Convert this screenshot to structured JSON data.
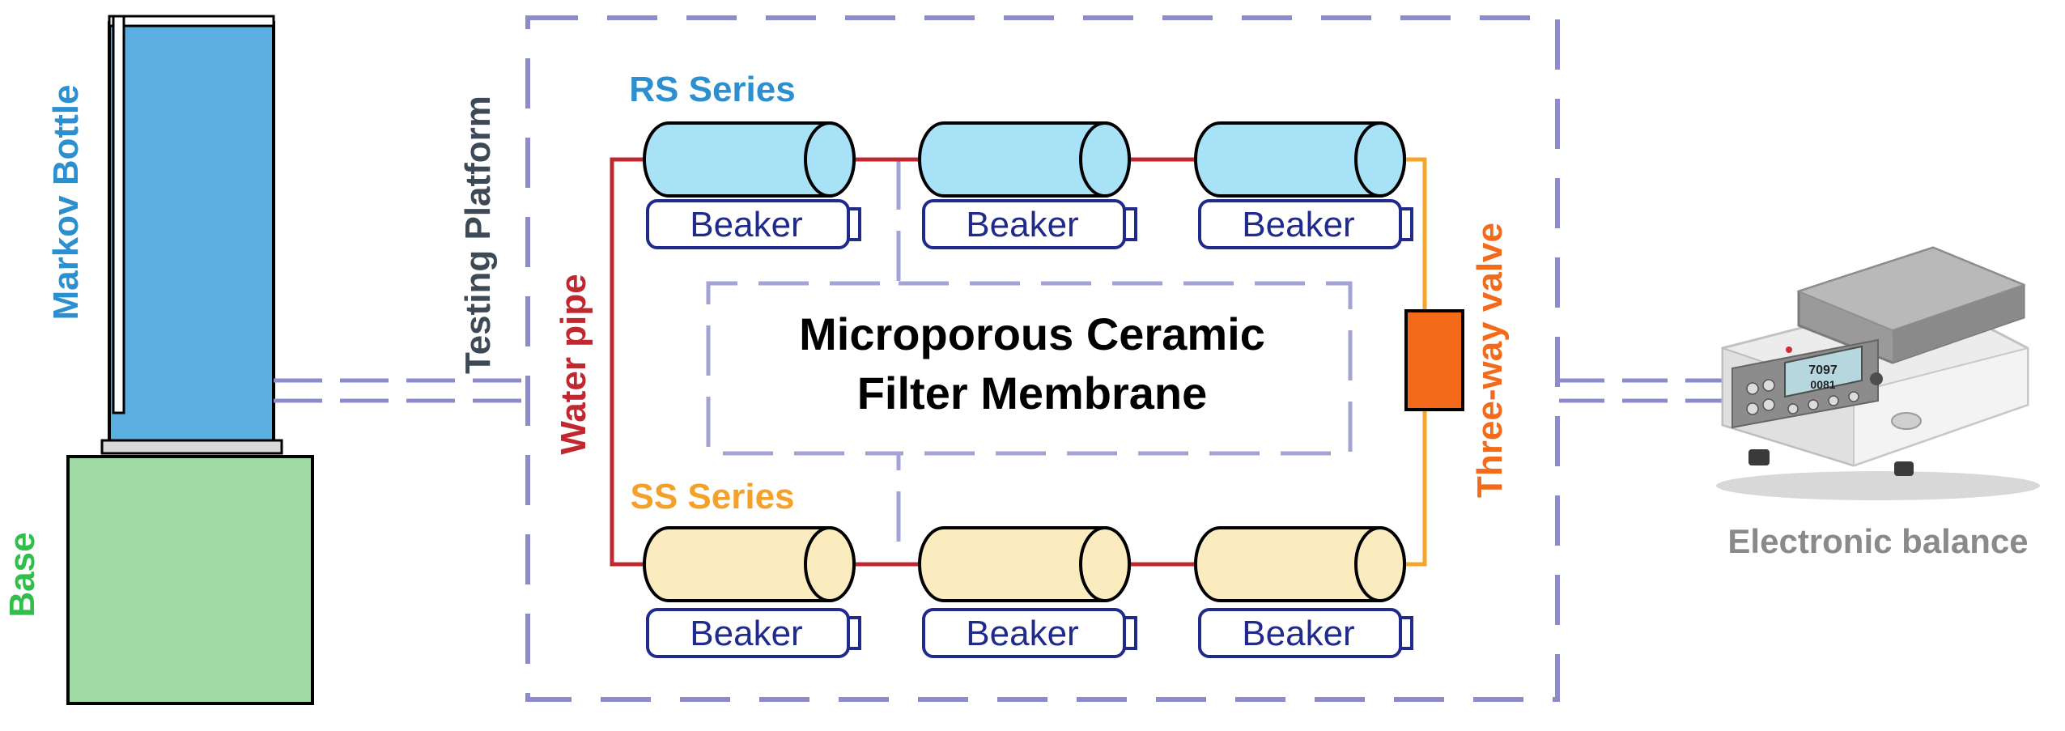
{
  "labels": {
    "markov_bottle": "Markov Bottle",
    "base": "Base",
    "testing_platform": "Testing Platform",
    "rs_series": "RS Series",
    "ss_series": "SS Series",
    "water_pipe": "Water pipe",
    "three_way_valve": "Three-way valve",
    "membrane_line1": "Microporous Ceramic",
    "membrane_line2": "Filter Membrane",
    "electronic_balance": "Electronic balance",
    "beaker": "Beaker",
    "display_line1": "7097",
    "display_line2": "0081"
  },
  "colors": {
    "markov_bottle_fill": "#5aaee0",
    "markov_label": "#2b8fd0",
    "base_fill": "#9fd9a3",
    "base_label": "#2fbf4a",
    "platform_dash": "#8c8ccc",
    "platform_label": "#3d4a55",
    "rs_label": "#2b8fd0",
    "rs_tube_fill": "#a8e2f7",
    "ss_label": "#f4a12b",
    "ss_tube_fill": "#fbecc0",
    "water_pipe": "#c0282f",
    "orange_pipe": "#f5a52a",
    "valve_fill": "#f36a1a",
    "valve_label": "#f36a1a",
    "beaker_outline": "#1f2a8a",
    "beaker_text": "#1f2a8a",
    "membrane_border": "#a3a3d6",
    "balance_label": "#8a8a8a"
  },
  "icons": {
    "markov_bottle": "bottle-icon",
    "base": "base-block-icon",
    "tube": "cylinder-tube-icon",
    "beaker": "beaker-tray-icon",
    "valve": "three-way-valve-icon",
    "balance": "electronic-balance-icon"
  }
}
